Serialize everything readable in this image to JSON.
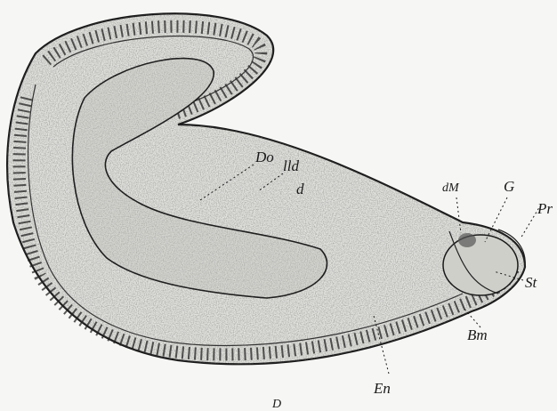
{
  "figure": {
    "labels": {
      "do": "Do",
      "lld": "lld",
      "d": "d",
      "dm": "dM",
      "g": "G",
      "pr": "Pr",
      "st": "St",
      "bm": "Bm",
      "en": "En",
      "bottom_mark": "D"
    },
    "colors": {
      "background": "#f6f6f4",
      "ink": "#1a1a1a",
      "stipple": "#4a4a4a"
    }
  }
}
